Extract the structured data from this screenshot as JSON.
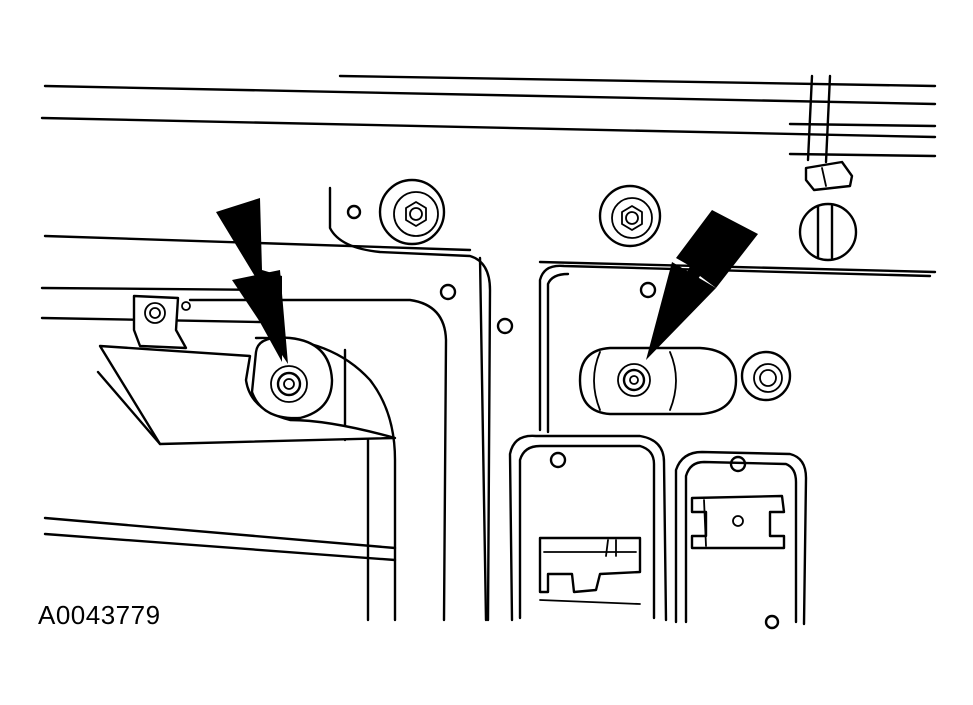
{
  "figure": {
    "id_label": "A0043779"
  },
  "colors": {
    "line": "#000000",
    "background": "#ffffff"
  },
  "callouts": [
    {
      "name": "left-arrow",
      "points_to": "left-bolt"
    },
    {
      "name": "right-arrow",
      "points_to": "right-bolt"
    }
  ]
}
